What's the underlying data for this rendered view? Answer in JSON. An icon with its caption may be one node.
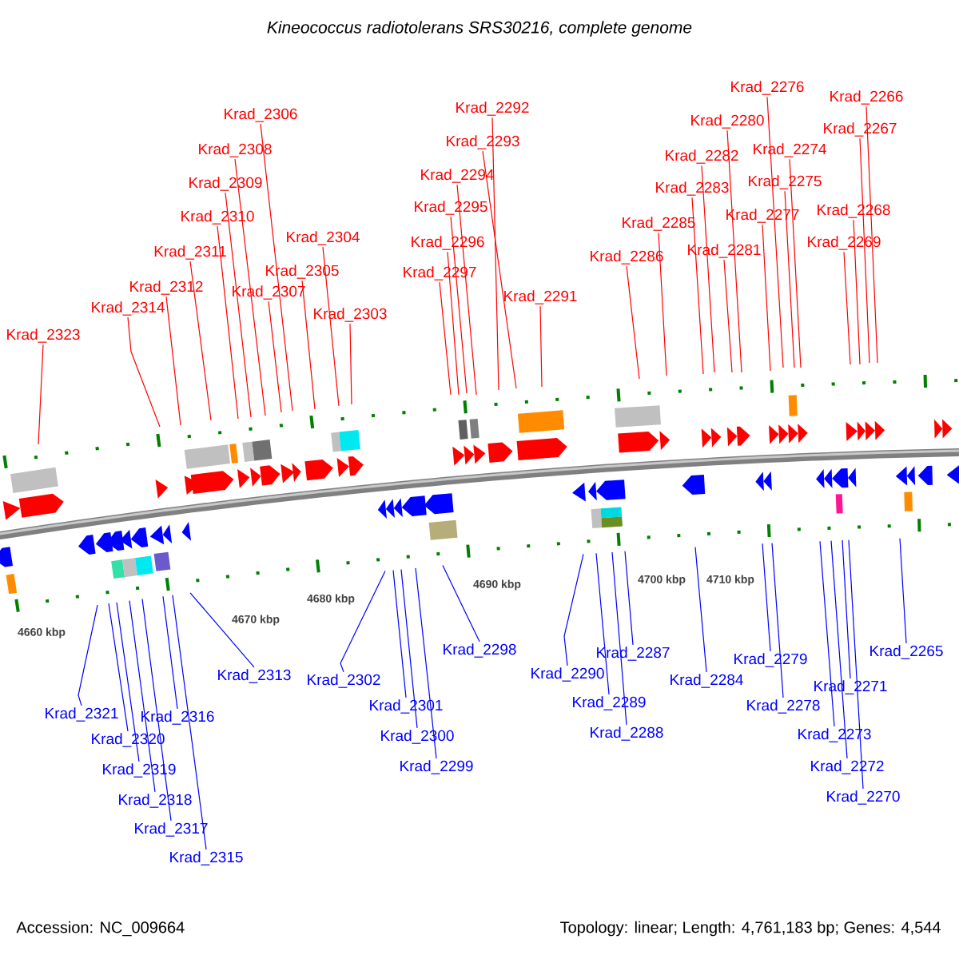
{
  "diagram": {
    "title": "Kineococcus radiotolerans SRS30216, complete genome",
    "nodes": [
      {
        "text": [
          "Krad_2276"
        ]
      },
      {
        "text": [
          "Krad_2266"
        ]
      },
      {
        "text": [
          "Krad_2292"
        ]
      },
      {
        "text": [
          "Krad_2306"
        ]
      },
      {
        "text": [
          "Krad_2280"
        ]
      },
      {
        "text": [
          "Krad_2267"
        ]
      },
      {
        "text": [
          "Krad_2293"
        ]
      },
      {
        "text": [
          "Krad_2308"
        ]
      },
      {
        "text": [
          "Krad_2274"
        ]
      },
      {
        "text": [
          "Krad_2282"
        ]
      },
      {
        "text": [
          "Krad_2294"
        ]
      },
      {
        "text": [
          "Krad_2275"
        ]
      },
      {
        "text": [
          "Krad_2309"
        ]
      },
      {
        "text": [
          "Krad_2283"
        ]
      },
      {
        "text": [
          "Krad_2295"
        ]
      },
      {
        "text": [
          "Krad_2268"
        ]
      },
      {
        "text": [
          "Krad_2277"
        ]
      },
      {
        "text": [
          "Krad_2310"
        ]
      },
      {
        "text": [
          "Krad_2285"
        ]
      },
      {
        "text": [
          "Krad_2304"
        ]
      },
      {
        "text": [
          "Krad_2296"
        ]
      },
      {
        "text": [
          "Krad_2269"
        ]
      },
      {
        "text": [
          "Krad_2281"
        ]
      },
      {
        "text": [
          "Krad_2311"
        ]
      },
      {
        "text": [
          "Krad_2286"
        ]
      },
      {
        "text": [
          "Krad_2305"
        ]
      },
      {
        "text": [
          "Krad_2297"
        ]
      },
      {
        "text": [
          "Krad_2312"
        ]
      },
      {
        "text": [
          "Krad_2307"
        ]
      },
      {
        "text": [
          "Krad_2291"
        ]
      },
      {
        "text": [
          "Krad_2314"
        ]
      },
      {
        "text": [
          "Krad_2303"
        ]
      },
      {
        "text": [
          "Krad_2323"
        ]
      },
      {
        "text": [
          "Krad_2298"
        ]
      },
      {
        "text": [
          "Krad_2287"
        ]
      },
      {
        "text": [
          "Krad_2265"
        ]
      },
      {
        "text": [
          "Krad_2279"
        ]
      },
      {
        "text": [
          "Krad_2313"
        ]
      },
      {
        "text": [
          "Krad_2290"
        ]
      },
      {
        "text": [
          "Krad_2302"
        ]
      },
      {
        "text": [
          "Krad_2284"
        ]
      },
      {
        "text": [
          "Krad_2271"
        ]
      },
      {
        "text": [
          "Krad_2289"
        ]
      },
      {
        "text": [
          "Krad_2301"
        ]
      },
      {
        "text": [
          "Krad_2278"
        ]
      },
      {
        "text": [
          "Krad_2321"
        ]
      },
      {
        "text": [
          "Krad_2316"
        ]
      },
      {
        "text": [
          "Krad_2288"
        ]
      },
      {
        "text": [
          "Krad_2273"
        ]
      },
      {
        "text": [
          "Krad_2300"
        ]
      },
      {
        "text": [
          "Krad_2320"
        ]
      },
      {
        "text": [
          "Krad_2299"
        ]
      },
      {
        "text": [
          "Krad_2272"
        ]
      },
      {
        "text": [
          "Krad_2319"
        ]
      },
      {
        "text": [
          "Krad_2270"
        ]
      },
      {
        "text": [
          "Krad_2318"
        ]
      },
      {
        "text": [
          "Krad_2317"
        ]
      },
      {
        "text": [
          "Krad_2315"
        ]
      }
    ],
    "edges": [
      {
        "from": 0,
        "to": null,
        "arrow": "none"
      },
      {
        "from": 1,
        "to": null,
        "arrow": "none"
      },
      {
        "from": 2,
        "to": null,
        "arrow": "none"
      },
      {
        "from": 3,
        "to": null,
        "arrow": "none"
      },
      {
        "from": 4,
        "to": null,
        "arrow": "none"
      },
      {
        "from": 5,
        "to": null,
        "arrow": "none"
      },
      {
        "from": 6,
        "to": null,
        "arrow": "none"
      },
      {
        "from": 7,
        "to": null,
        "arrow": "none"
      },
      {
        "from": 8,
        "to": null,
        "arrow": "none"
      },
      {
        "from": 9,
        "to": null,
        "arrow": "none"
      },
      {
        "from": 10,
        "to": null,
        "arrow": "none"
      },
      {
        "from": 11,
        "to": null,
        "arrow": "none"
      },
      {
        "from": 12,
        "to": null,
        "arrow": "none"
      },
      {
        "from": 13,
        "to": null,
        "arrow": "none"
      },
      {
        "from": 14,
        "to": null,
        "arrow": "none"
      },
      {
        "from": 15,
        "to": null,
        "arrow": "none"
      },
      {
        "from": 16,
        "to": null,
        "arrow": "none"
      },
      {
        "from": 17,
        "to": null,
        "arrow": "none"
      },
      {
        "from": 18,
        "to": null,
        "arrow": "none"
      },
      {
        "from": 19,
        "to": null,
        "arrow": "none"
      },
      {
        "from": 20,
        "to": null,
        "arrow": "none"
      },
      {
        "from": 21,
        "to": null,
        "arrow": "none"
      },
      {
        "from": 22,
        "to": null,
        "arrow": "none"
      },
      {
        "from": 23,
        "to": null,
        "arrow": "none"
      },
      {
        "from": 24,
        "to": null,
        "arrow": "none"
      },
      {
        "from": 25,
        "to": null,
        "arrow": "none"
      },
      {
        "from": 26,
        "to": null,
        "arrow": "none"
      },
      {
        "from": 27,
        "to": null,
        "arrow": "none"
      },
      {
        "from": 28,
        "to": null,
        "arrow": "none"
      },
      {
        "from": 29,
        "to": null,
        "arrow": "none"
      },
      {
        "from": 30,
        "to": null,
        "arrow": "none"
      },
      {
        "from": 31,
        "to": null,
        "arrow": "none"
      },
      {
        "from": 32,
        "to": null,
        "arrow": "none"
      },
      {
        "from": 33,
        "to": null,
        "arrow": "none",
        "color": "#0000ff"
      },
      {
        "from": 34,
        "to": null,
        "arrow": "none",
        "color": "#0000ff"
      },
      {
        "from": 35,
        "to": null,
        "arrow": "none",
        "color": "#0000ff"
      },
      {
        "from": 36,
        "to": null,
        "arrow": "none",
        "color": "#0000ff"
      },
      {
        "from": 37,
        "to": null,
        "arrow": "none",
        "color": "#0000ff"
      },
      {
        "from": 38,
        "to": null,
        "arrow": "none",
        "color": "#0000ff"
      },
      {
        "from": 39,
        "to": null,
        "arrow": "none",
        "color": "#0000ff"
      },
      {
        "from": 40,
        "to": null,
        "arrow": "none",
        "color": "#0000ff"
      },
      {
        "from": 41,
        "to": null,
        "arrow": "none",
        "color": "#0000ff"
      },
      {
        "from": 42,
        "to": null,
        "arrow": "none",
        "color": "#0000ff"
      },
      {
        "from": 43,
        "to": null,
        "arrow": "none",
        "color": "#0000ff"
      },
      {
        "from": 44,
        "to": null,
        "arrow": "none",
        "color": "#0000ff"
      },
      {
        "from": 45,
        "to": null,
        "arrow": "none",
        "color": "#0000ff"
      },
      {
        "from": 46,
        "to": null,
        "arrow": "none",
        "color": "#0000ff"
      },
      {
        "from": 47,
        "to": null,
        "arrow": "none",
        "color": "#0000ff"
      },
      {
        "from": 48,
        "to": null,
        "arrow": "none",
        "color": "#0000ff"
      },
      {
        "from": 49,
        "to": null,
        "arrow": "none",
        "color": "#0000ff"
      },
      {
        "from": 50,
        "to": null,
        "arrow": "none",
        "color": "#0000ff"
      },
      {
        "from": 51,
        "to": null,
        "arrow": "none",
        "color": "#0000ff"
      },
      {
        "from": 52,
        "to": null,
        "arrow": "none",
        "color": "#0000ff"
      },
      {
        "from": 53,
        "to": null,
        "arrow": "none",
        "color": "#0000ff"
      },
      {
        "from": 54,
        "to": null,
        "arrow": "none",
        "color": "#0000ff"
      },
      {
        "from": 55,
        "to": null,
        "arrow": "none",
        "color": "#0000ff"
      },
      {
        "from": 56,
        "to": null,
        "arrow": "none",
        "color": "#0000ff"
      },
      {
        "from": 57,
        "to": null,
        "arrow": "none",
        "color": "#0000ff"
      }
    ],
    "labels": [
      "4660 kbp",
      "4670 kbp",
      "4680 kbp",
      "4690 kbp",
      "4700 kbp",
      "4710 kbp",
      "Accession: NC_009664",
      "Topology: linear; Length: 4,761,183 bp; Genes: 4,544"
    ]
  }
}
